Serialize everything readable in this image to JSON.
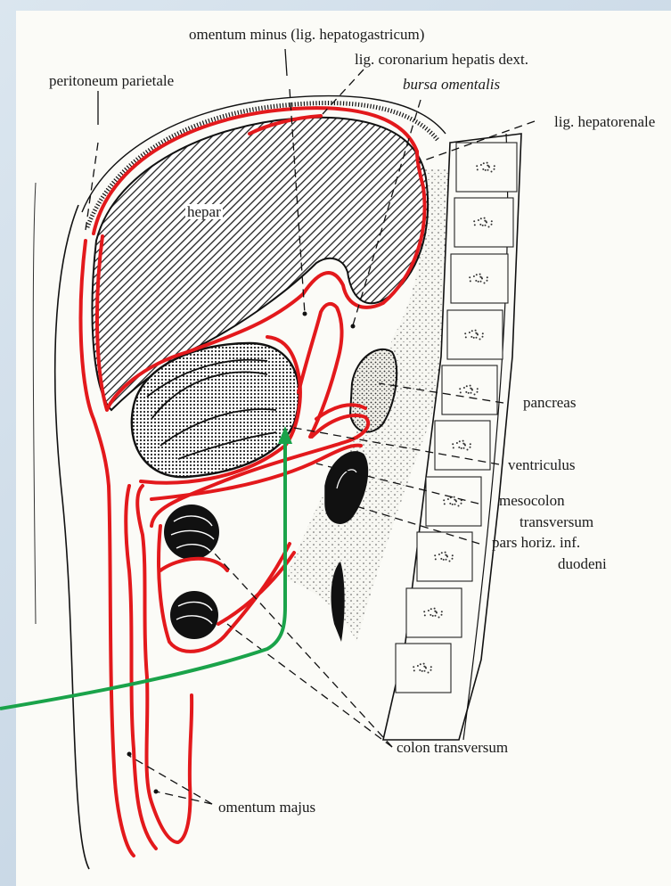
{
  "labels": {
    "omentum_minus": "omentum minus (lig. hepatogastricum)",
    "lig_coronarium": "lig. coronarium hepatis dext.",
    "bursa_omentalis": "bursa omentalis",
    "peritoneum_parietale": "peritoneum parietale",
    "lig_hepatorenale": "lig. hepatorenale",
    "hepar": "hepar",
    "pancreas": "pancreas",
    "ventriculus": "ventriculus",
    "mesocolon": "mesocolon",
    "transversum": "transversum",
    "pars_horiz": "pars horiz. inf.",
    "duodeni": "duodeni",
    "colon_transversum": "colon transversum",
    "omentum_majus": "omentum majus"
  },
  "colors": {
    "background": "#c9d8e6",
    "paper": "#fbfbf7",
    "peritoneum_line": "#e3191c",
    "arrow": "#1aa34a",
    "ink": "#111111"
  }
}
